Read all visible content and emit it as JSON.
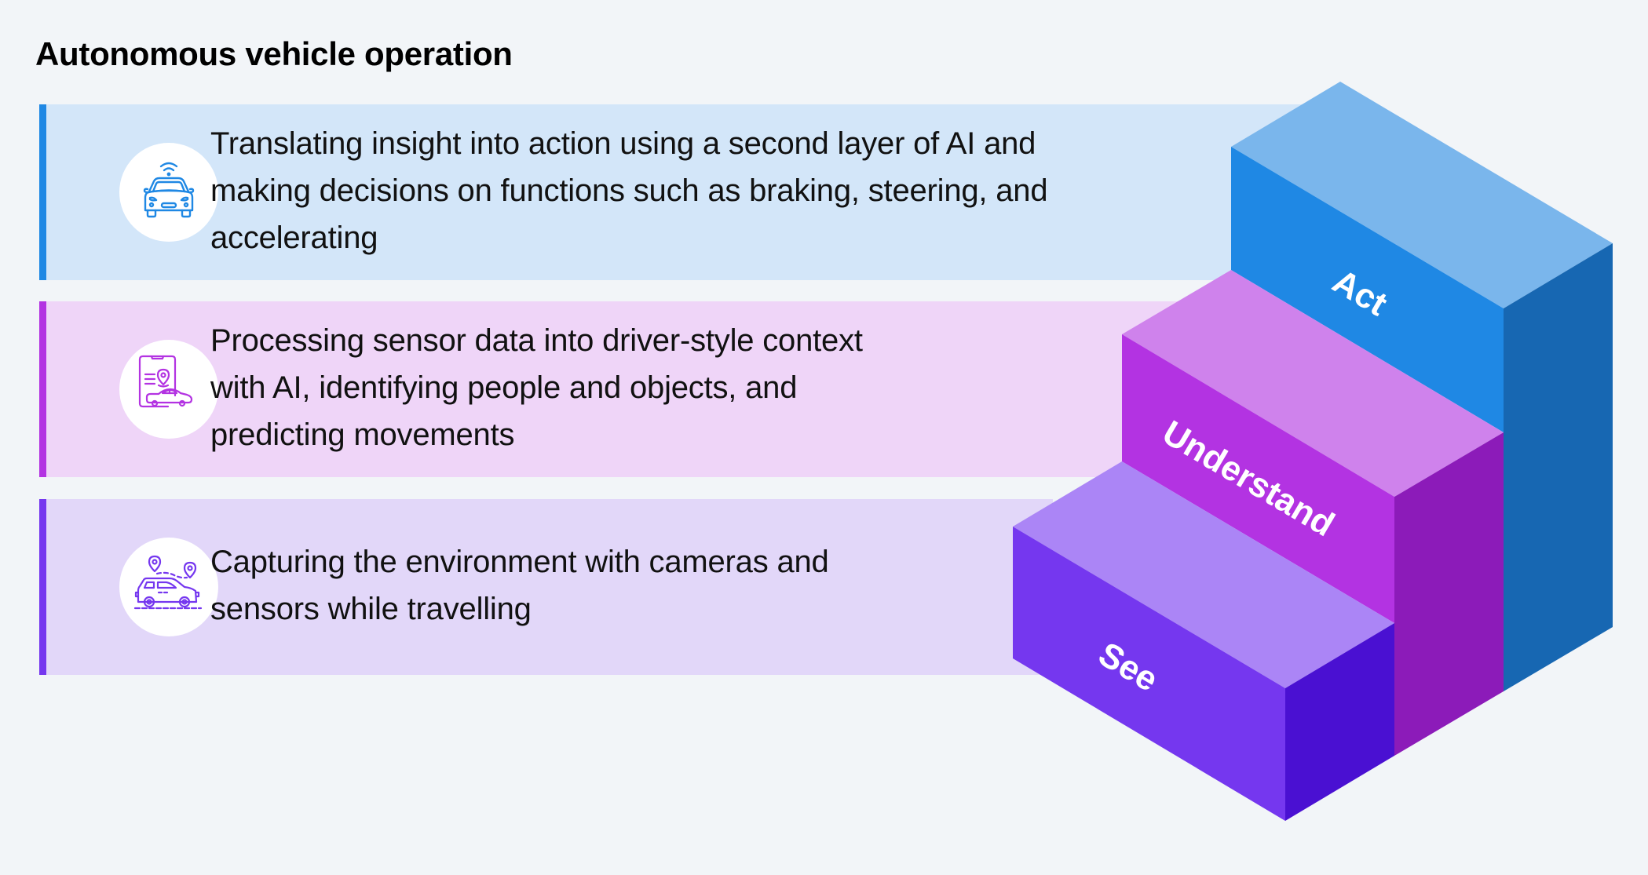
{
  "title": "Autonomous vehicle operation",
  "colors": {
    "background": "#F2F5F8",
    "act": {
      "panel": "#D3E6F9",
      "accent": "#1F88E4",
      "top": "#7AB6EC",
      "front": "#1F88E4",
      "side": "#1767B2"
    },
    "understand": {
      "panel": "#EFD5F8",
      "accent": "#B333E2",
      "top": "#CF82EC",
      "front": "#B333E2",
      "side": "#8C1BB9"
    },
    "see": {
      "panel": "#E2D7F9",
      "accent": "#7537EF",
      "top": "#AB85F6",
      "front": "#7537EF",
      "side": "#4A10D2"
    }
  },
  "panels": [
    {
      "id": "act",
      "icon": "connected-car-icon",
      "lines": [
        "Translating insight into action using a second layer of AI and",
        "making decisions on functions such as braking, steering, and",
        "accelerating"
      ]
    },
    {
      "id": "understand",
      "icon": "phone-car-location-icon",
      "lines": [
        "Processing sensor data into driver-style context",
        "with AI, identifying people and objects, and",
        "predicting movements"
      ]
    },
    {
      "id": "see",
      "icon": "car-route-icon",
      "lines": [
        "Capturing the environment with cameras and",
        "sensors while travelling"
      ]
    }
  ],
  "stairs": {
    "steps": [
      {
        "id": "see",
        "label": "See",
        "level": 1
      },
      {
        "id": "understand",
        "label": "Understand",
        "level": 2
      },
      {
        "id": "act",
        "label": "Act",
        "level": 3
      }
    ]
  }
}
